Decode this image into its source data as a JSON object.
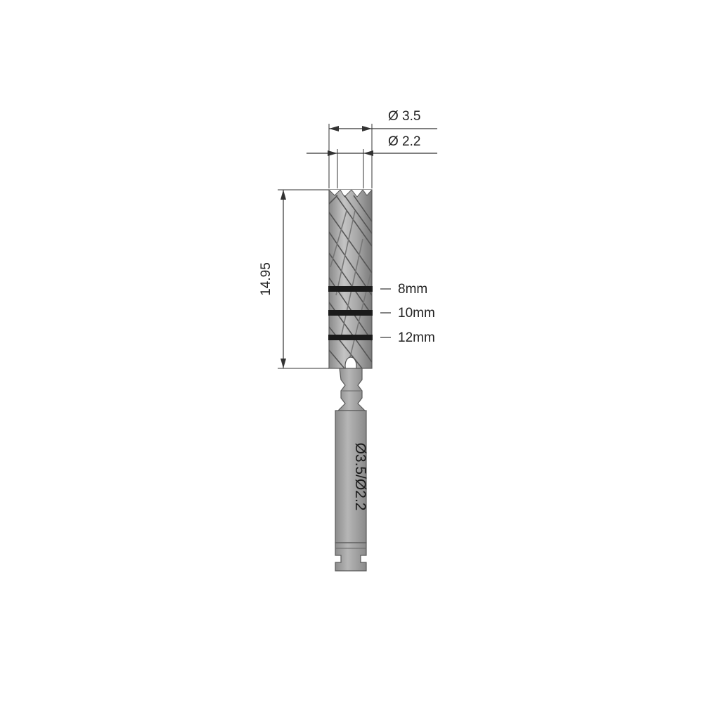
{
  "dimensions": {
    "outer_diameter": "Ø 3.5",
    "inner_diameter": "Ø 2.2",
    "cutting_length": "14.95"
  },
  "depth_marks": [
    {
      "label": "8mm"
    },
    {
      "label": "10mm"
    },
    {
      "label": "12mm"
    }
  ],
  "shaft_label": "Ø3.5/Ø2.2",
  "colors": {
    "metal_light": "#b8b8b8",
    "metal_mid": "#9a9a9a",
    "metal_dark": "#6e6e6e",
    "band": "#1a1a1a",
    "line": "#333333"
  }
}
